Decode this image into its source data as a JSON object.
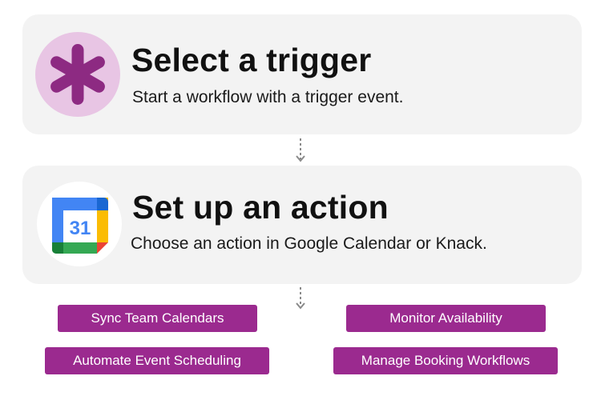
{
  "steps": {
    "trigger": {
      "title": "Select a trigger",
      "subtitle": "Start a workflow with a trigger event.",
      "icon": "asterisk-icon",
      "icon_color": "#8d2a82",
      "icon_bg": "#e8c5e4"
    },
    "action": {
      "title": "Set up an action",
      "subtitle": "Choose an action in Google Calendar or Knack.",
      "icon": "google-calendar-icon",
      "icon_text": "31"
    }
  },
  "tags": [
    {
      "label": "Sync Team Calendars"
    },
    {
      "label": "Monitor Availability"
    },
    {
      "label": "Automate Event Scheduling"
    },
    {
      "label": "Manage Booking Workflows"
    }
  ],
  "colors": {
    "card_bg": "#f3f3f3",
    "tag_bg": "#9b2a8f",
    "connector": "#8a8a8a"
  }
}
